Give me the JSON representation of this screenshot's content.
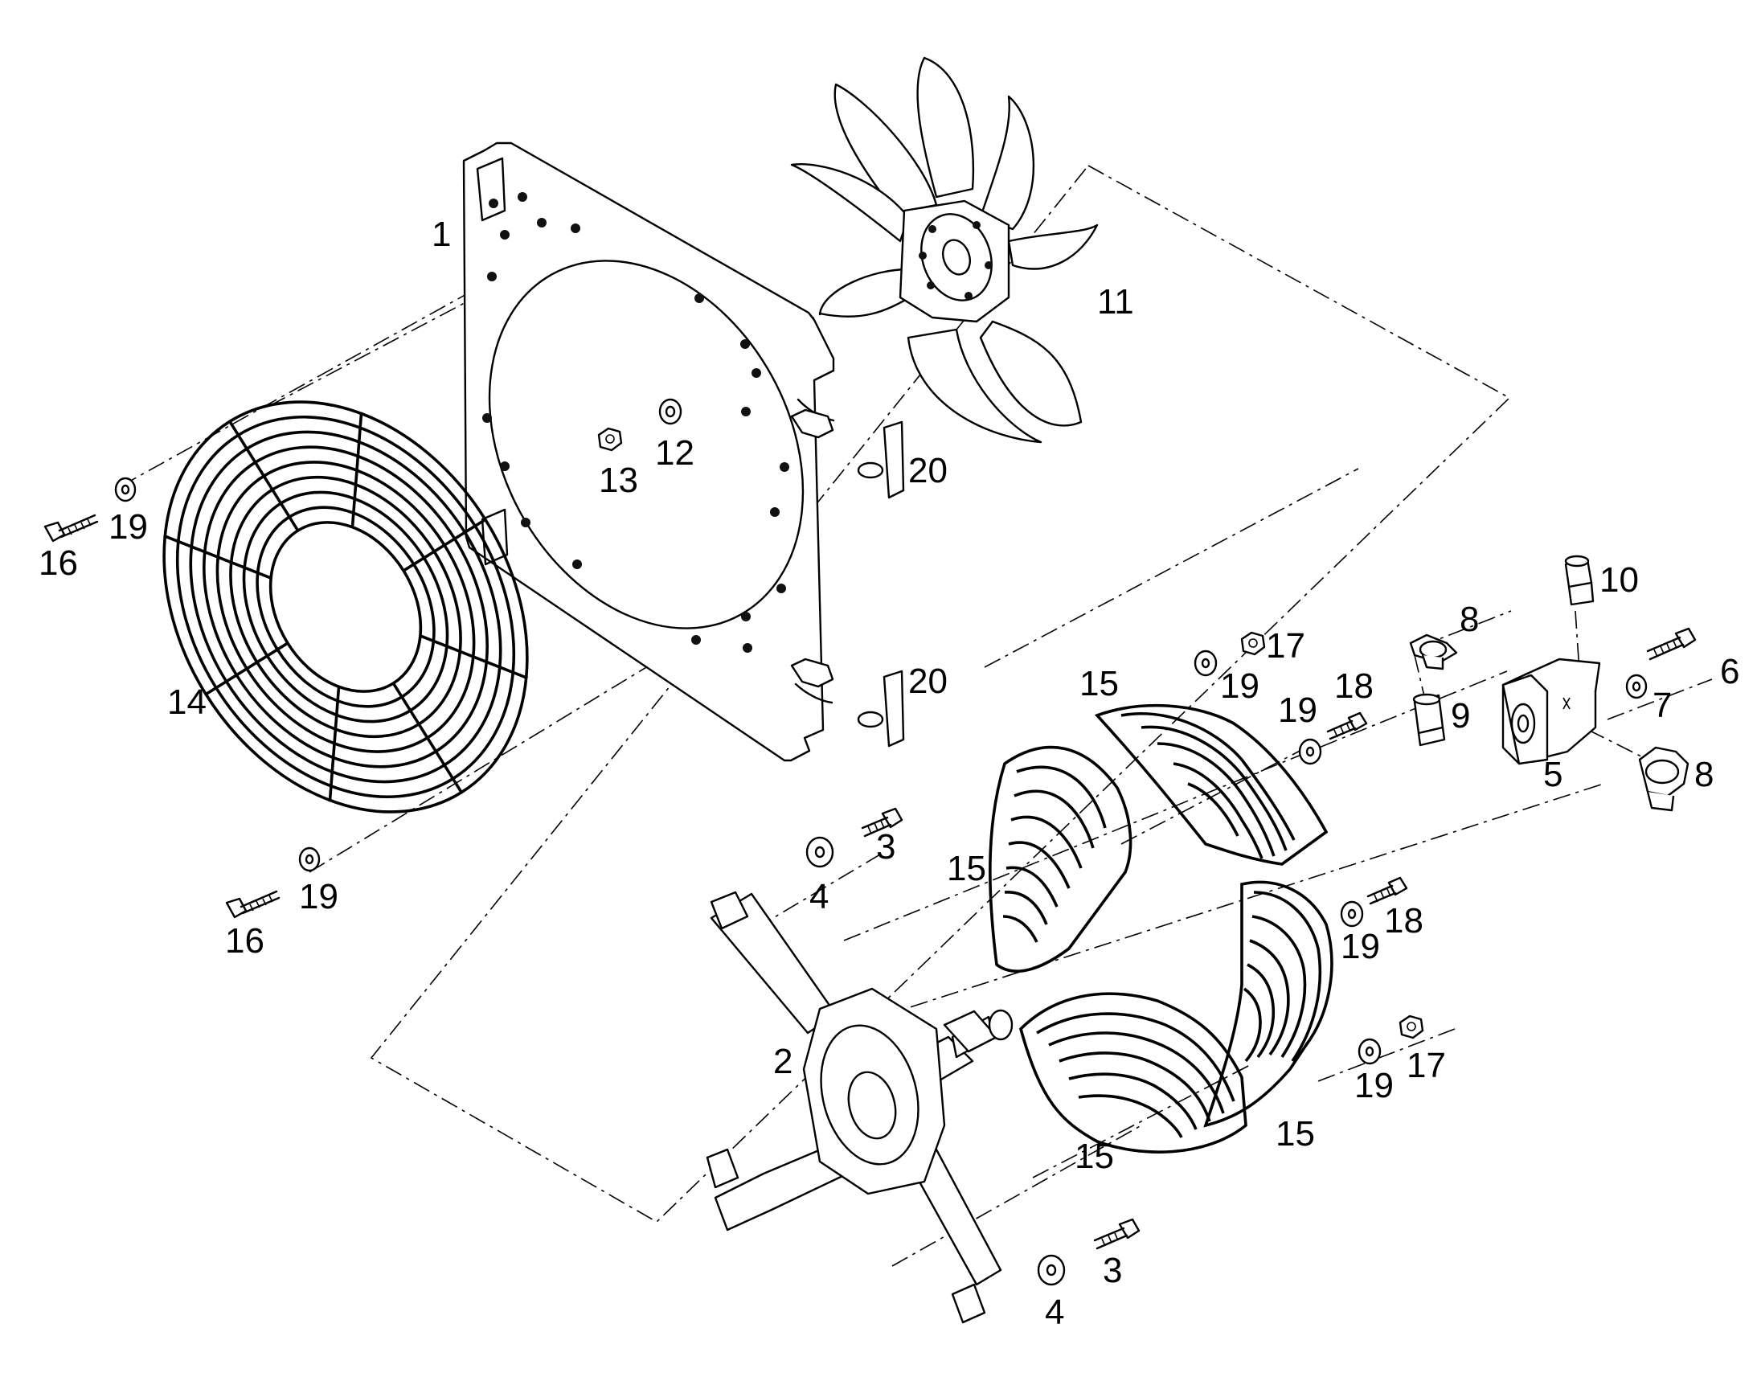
{
  "callouts": [
    {
      "id": "c1",
      "label": "1"
    },
    {
      "id": "c2",
      "label": "2"
    },
    {
      "id": "c3a",
      "label": "3"
    },
    {
      "id": "c3b",
      "label": "3"
    },
    {
      "id": "c4a",
      "label": "4"
    },
    {
      "id": "c4b",
      "label": "4"
    },
    {
      "id": "c5",
      "label": "5"
    },
    {
      "id": "c6",
      "label": "6"
    },
    {
      "id": "c7",
      "label": "7"
    },
    {
      "id": "c8a",
      "label": "8"
    },
    {
      "id": "c8b",
      "label": "8"
    },
    {
      "id": "c9",
      "label": "9"
    },
    {
      "id": "c10",
      "label": "10"
    },
    {
      "id": "c11",
      "label": "11"
    },
    {
      "id": "c12",
      "label": "12"
    },
    {
      "id": "c13",
      "label": "13"
    },
    {
      "id": "c14",
      "label": "14"
    },
    {
      "id": "c15a",
      "label": "15"
    },
    {
      "id": "c15b",
      "label": "15"
    },
    {
      "id": "c15c",
      "label": "15"
    },
    {
      "id": "c15d",
      "label": "15"
    },
    {
      "id": "c16a",
      "label": "16"
    },
    {
      "id": "c16b",
      "label": "16"
    },
    {
      "id": "c17a",
      "label": "17"
    },
    {
      "id": "c17b",
      "label": "17"
    },
    {
      "id": "c18a",
      "label": "18"
    },
    {
      "id": "c18b",
      "label": "18"
    },
    {
      "id": "c19a",
      "label": "19"
    },
    {
      "id": "c19b",
      "label": "19"
    },
    {
      "id": "c19c",
      "label": "19"
    },
    {
      "id": "c19d",
      "label": "19"
    },
    {
      "id": "c19e",
      "label": "19"
    },
    {
      "id": "c19f",
      "label": "19"
    },
    {
      "id": "c20a",
      "label": "20"
    },
    {
      "id": "c20b",
      "label": "20"
    }
  ]
}
